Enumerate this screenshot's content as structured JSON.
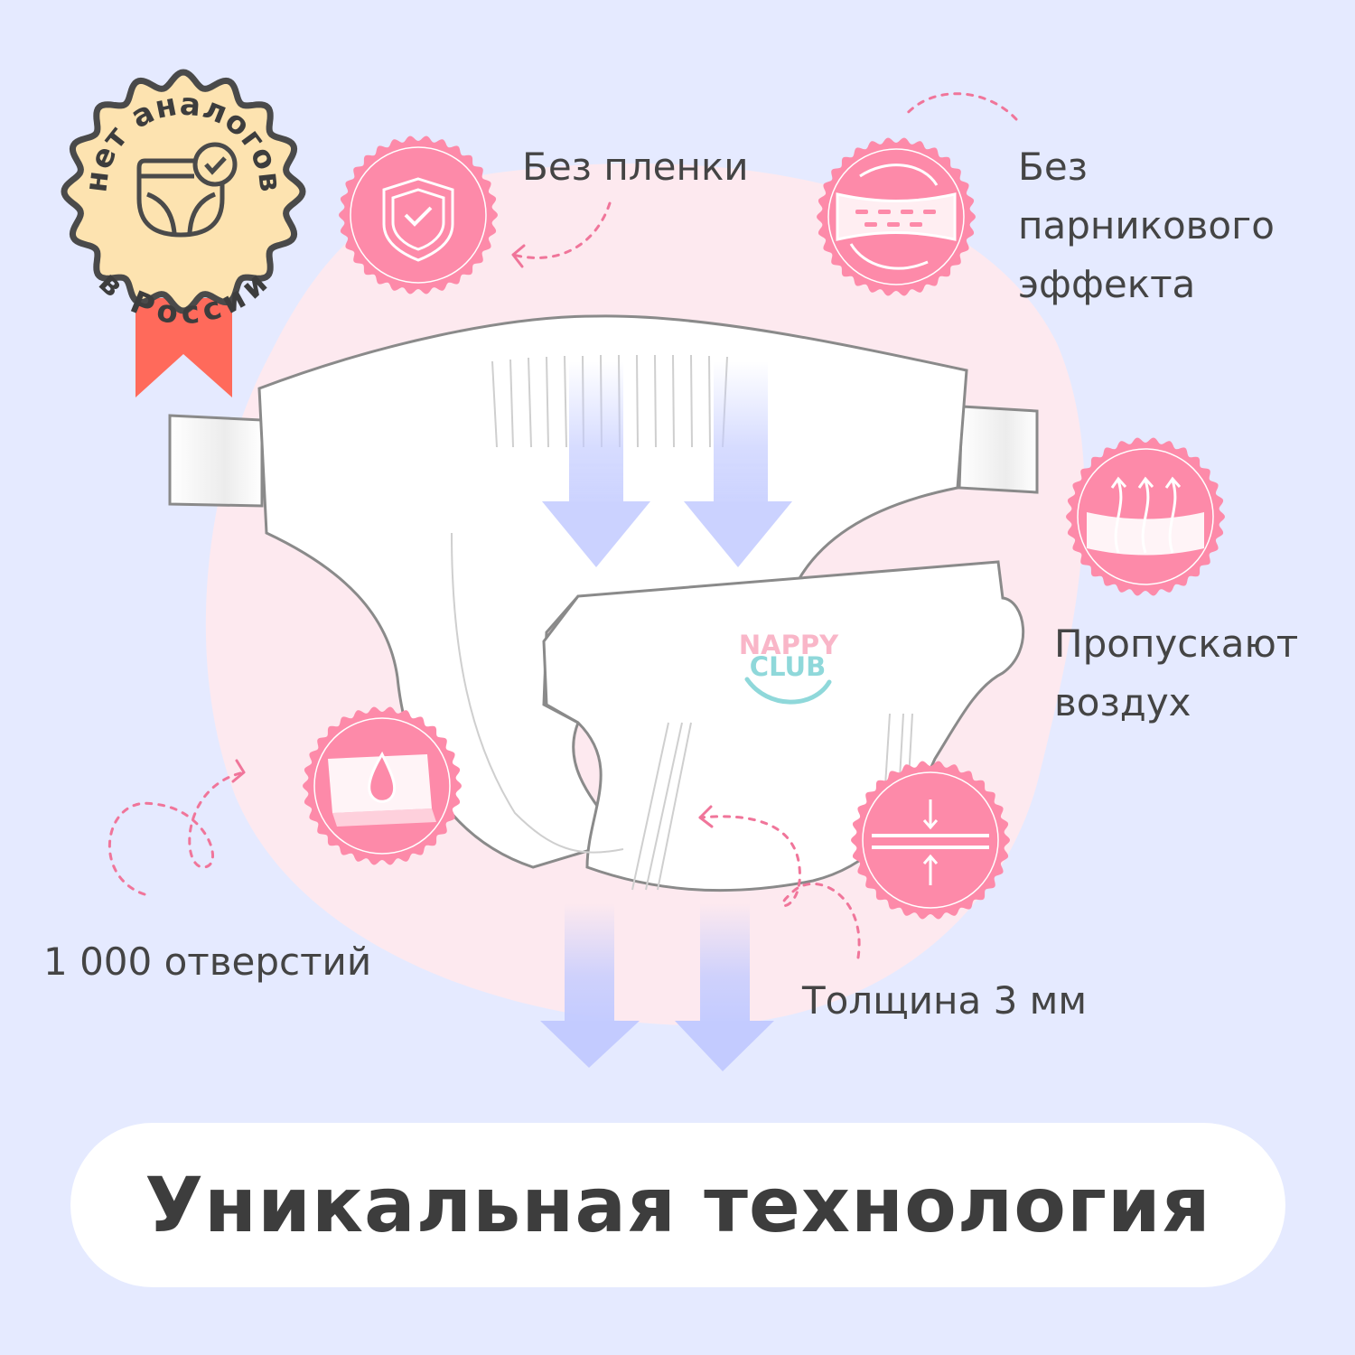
{
  "badge": {
    "top_text": "нет аналогов",
    "bottom_text": "в России"
  },
  "features": [
    {
      "icon": "shield-check-icon",
      "lines": [
        "Без пленки"
      ]
    },
    {
      "icon": "greenhouse-circulation-icon",
      "lines": [
        "Без",
        "парникового",
        "эффекта"
      ]
    },
    {
      "icon": "air-flow-icon",
      "lines": [
        "Пропускают",
        "воздух"
      ]
    },
    {
      "icon": "drop-holes-icon",
      "lines": [
        "1 000 отверстий"
      ]
    },
    {
      "icon": "thickness-icon",
      "lines": [
        "Толщина 3 мм"
      ]
    }
  ],
  "brand": {
    "line1": "NAPPY",
    "line2": "CLUB"
  },
  "footer": {
    "title": "Уникальная технология"
  },
  "colors": {
    "background": "#e5eaff",
    "blob": "#fde9ef",
    "icon_pink": "#fd8aa9",
    "badge_fill": "#fde3b0",
    "ribbon": "#ff6a5b",
    "arrow": "#c3cbff",
    "brand_pink": "#f9b6c8",
    "brand_teal": "#8fd8da"
  }
}
